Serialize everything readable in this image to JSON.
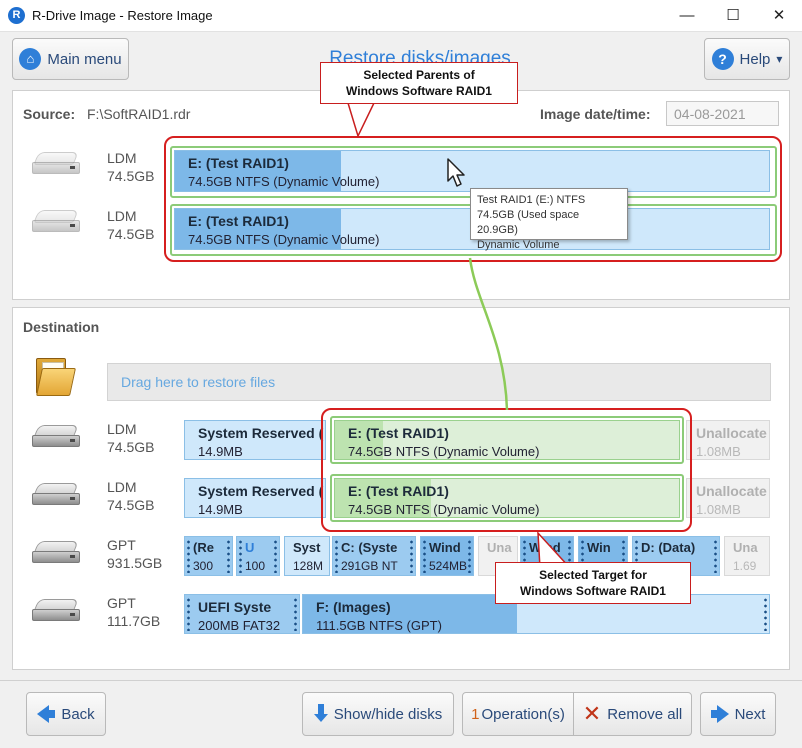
{
  "window": {
    "title": "R-Drive Image - Restore Image",
    "app_icon": "R",
    "minimize": "—",
    "maximize": "☐",
    "close": "✕"
  },
  "header": {
    "main_menu": "Main menu",
    "page_title": "Restore disks/images",
    "help": "Help",
    "help_icon": "?",
    "home_icon": "⌂",
    "help_caret": "▾"
  },
  "source": {
    "label": "Source:",
    "path": "F:\\SoftRAID1.rdr",
    "date_label": "Image date/time:",
    "date_value": "04-08-2021",
    "disks": [
      {
        "type": "LDM",
        "size": "74.5GB",
        "partition": {
          "name": "E: (Test RAID1)",
          "info": "74.5GB NTFS (Dynamic Volume)",
          "used_fraction": 0.28
        }
      },
      {
        "type": "LDM",
        "size": "74.5GB",
        "partition": {
          "name": "E: (Test RAID1)",
          "info": "74.5GB NTFS (Dynamic Volume)",
          "used_fraction": 0.28
        }
      }
    ]
  },
  "tooltip": {
    "line1": "Test RAID1 (E:) NTFS",
    "line2": "74.5GB (Used space 20.9GB)",
    "line3": "Dynamic Volume"
  },
  "callouts": {
    "parents": {
      "line1": "Selected Parents of",
      "line2": "Windows Software RAID1"
    },
    "target": {
      "line1": "Selected Target for",
      "line2": "Windows Software RAID1"
    }
  },
  "destination": {
    "label": "Destination",
    "drop_zone": "Drag here to restore files",
    "disks": [
      {
        "type": "LDM",
        "size": "74.5GB",
        "partitions": [
          {
            "name": "System Reserved (",
            "info": "14.9MB"
          },
          {
            "name": "E: (Test RAID1)",
            "info": "74.5GB NTFS (Dynamic Volume)",
            "used_fraction": 0.14
          },
          {
            "name": "Unallocate",
            "info": "1.08MB"
          }
        ]
      },
      {
        "type": "LDM",
        "size": "74.5GB",
        "partitions": [
          {
            "name": "System Reserved (",
            "info": "14.9MB"
          },
          {
            "name": "E: (Test RAID1)",
            "info": "74.5GB NTFS (Dynamic Volume)",
            "used_fraction": 0.28
          },
          {
            "name": "Unallocate",
            "info": "1.08MB"
          }
        ]
      },
      {
        "type": "GPT",
        "size": "931.5GB",
        "partitions": [
          {
            "name": "(Re",
            "info": "300"
          },
          {
            "name": "U",
            "info": "100"
          },
          {
            "name": "Syst",
            "info": "128M"
          },
          {
            "name": "C: (Syste",
            "info": "291GB NT"
          },
          {
            "name": "Wind",
            "info": "524MB"
          },
          {
            "name": "Una",
            "info": ""
          },
          {
            "name": "Wind",
            "info": ""
          },
          {
            "name": "Win",
            "info": ""
          },
          {
            "name": "D: (Data)",
            "info": ""
          },
          {
            "name": "Una",
            "info": "1.69"
          }
        ]
      },
      {
        "type": "GPT",
        "size": "111.7GB",
        "partitions": [
          {
            "name": "UEFI Syste",
            "info": "200MB FAT32"
          },
          {
            "name": "F: (Images)",
            "info": "111.5GB NTFS (GPT)",
            "used_fraction": 0.46
          }
        ]
      }
    ]
  },
  "footer": {
    "back": "Back",
    "show_hide": "Show/hide disks",
    "ops_count": "1",
    "ops_label": "Operation(s)",
    "remove_all": "Remove all",
    "remove_icon": "✕",
    "next": "Next"
  },
  "colors": {
    "accent": "#2f7fd8",
    "callout_border": "#d61f1f",
    "selected_frame": "#8ccb78",
    "connector": "#8ccb58"
  }
}
